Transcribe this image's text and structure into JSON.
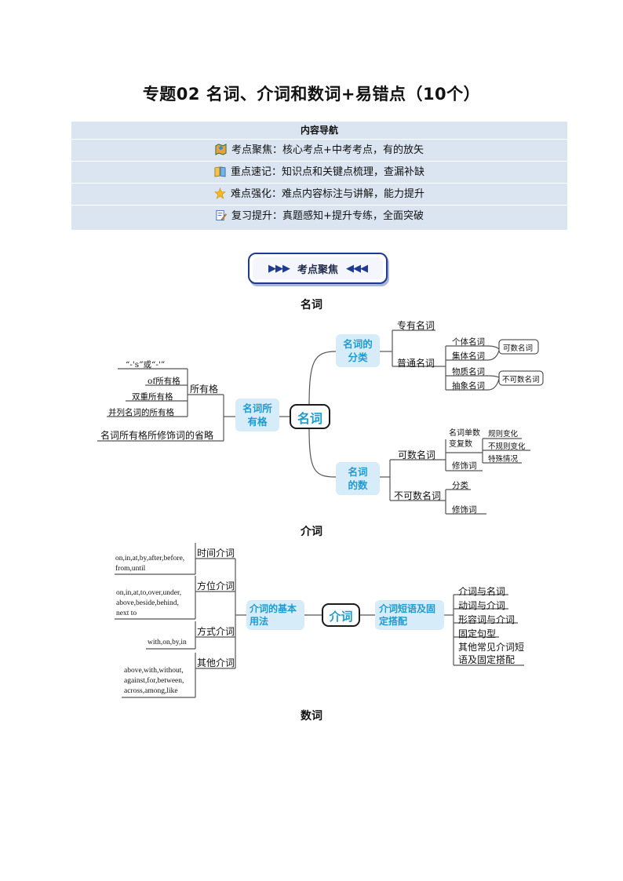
{
  "title": "专题02  名词、介词和数词+易错点（10个）",
  "nav": {
    "header": "内容导航",
    "rows": [
      {
        "icon": "map-icon",
        "text": "考点聚焦：核心考点+中考考点，有的放矢"
      },
      {
        "icon": "book-icon",
        "text": "重点速记：知识点和关键点梳理，查漏补缺"
      },
      {
        "icon": "star-icon",
        "text": "难点强化：难点内容标注与讲解，能力提升"
      },
      {
        "icon": "pencil-note-icon",
        "text": "复习提升：真题感知+提升专练，全面突破"
      }
    ]
  },
  "badge": {
    "left": "▶▶▶",
    "label": "考点聚焦",
    "right": "◀◀◀"
  },
  "sections": {
    "noun": "名词",
    "prep": "介词",
    "numeral": "数词"
  },
  "noun_map": {
    "center": "名词",
    "classify": "名词的\n分类",
    "proper": "专有名词",
    "common": "普通名词",
    "individual": "个体名词",
    "collective": "集体名词",
    "material": "物质名词",
    "abstract": "抽象名词",
    "countable_tag": "可数名词",
    "uncountable_tag": "不可数名词",
    "possessive": "名词所\n有格",
    "possessive_case": "所有格",
    "s_form": "“-'s”或“-'”",
    "of_form": "of所有格",
    "double": "双重所有格",
    "parallel": "并列名词的所有格",
    "omission": "名词所有格所修饰词的省略",
    "number": "名词\n的数",
    "countable": "可数名词",
    "uncountable": "不可数名词",
    "singular_plural": "名词单数\n变复数",
    "modifier1": "修饰词",
    "regular": "规则变化",
    "irregular": "不规则变化",
    "special": "特殊情况",
    "types": "分类",
    "modifier2": "修饰词"
  },
  "prep_map": {
    "center": "介词",
    "basic": "介词的基本\n用法",
    "time": "时间介词",
    "time_ex": "on,in,at,by,after,before,\nfrom,until",
    "place": "方位介词",
    "place_ex": "on,in,at,to,over,under,\nabove,beside,behind,\nnext to",
    "manner": "方式介词",
    "manner_ex": "with,on,by,in",
    "other": "其他介词",
    "other_ex": "above,with,without,\nagainst,for,between,\nacross,among,like",
    "phrases": "介词短语及固\n定搭配",
    "p1": "介词与名词",
    "p2": "动词与介词",
    "p3": "形容词与介词",
    "p4": "固定句型",
    "p5": "其他常见介词短\n语及固定搭配"
  }
}
